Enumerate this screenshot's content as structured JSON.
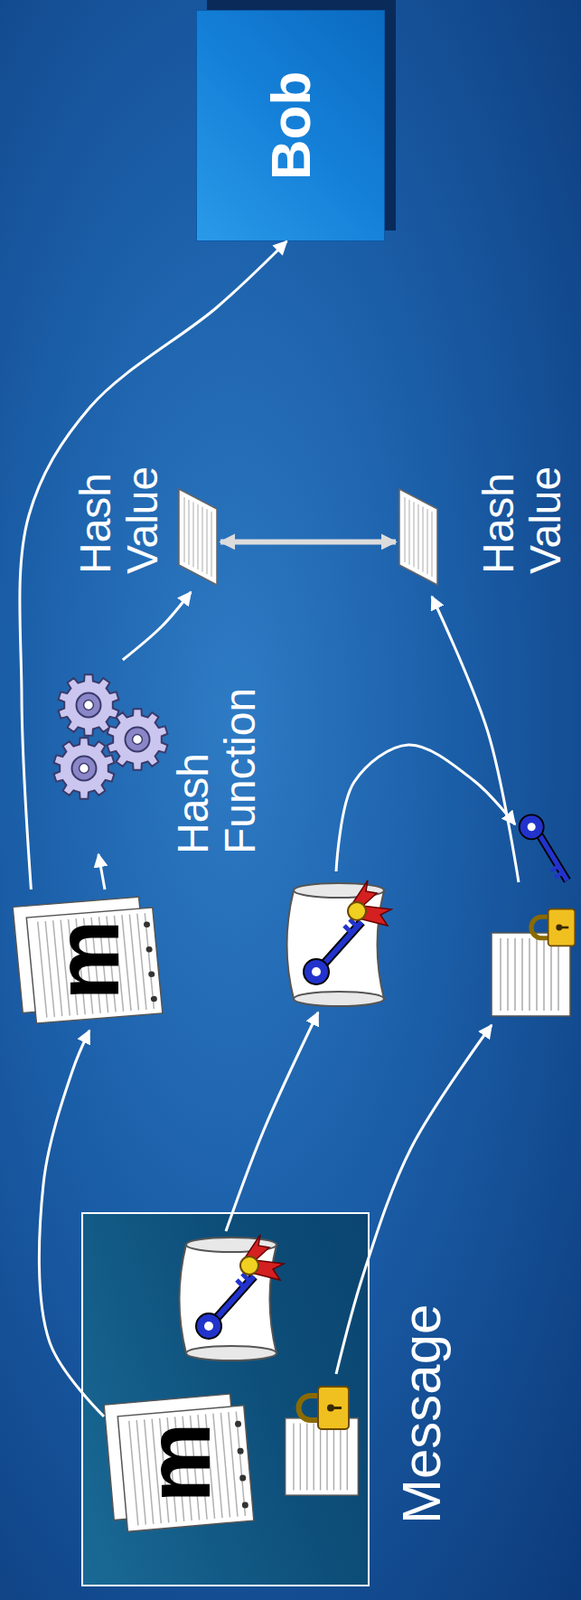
{
  "diagram": {
    "nodes": [
      {
        "text": [
          "Message"
        ]
      },
      {
        "text": [
          "m"
        ],
        "in": 0
      },
      {
        "text": [
          "m"
        ]
      },
      {
        "text": [
          "Hash Function"
        ]
      },
      {
        "text": [
          "Hash Value"
        ]
      },
      {
        "text": [
          "Hash Value"
        ]
      },
      {
        "text": [
          "Bob"
        ]
      }
    ],
    "edges": [
      {
        "from": 1,
        "to": 2,
        "arrow": "to"
      },
      {
        "from": 2,
        "to": 6,
        "arrow": "to"
      },
      {
        "from": 2,
        "to": 3,
        "arrow": "to"
      },
      {
        "from": 3,
        "to": 4,
        "arrow": "to"
      },
      {
        "from": 4,
        "to": 5,
        "arrow": "both"
      }
    ]
  }
}
